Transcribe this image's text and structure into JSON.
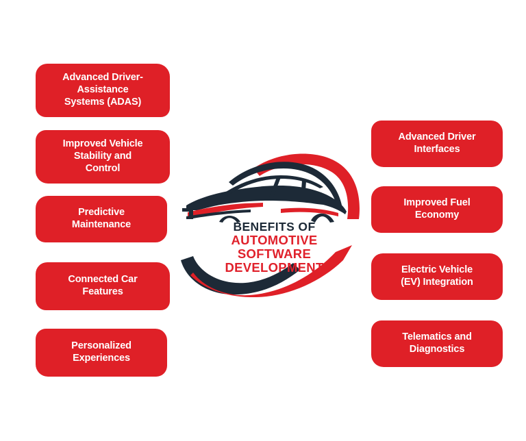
{
  "meta": {
    "colors": {
      "red": "#DF2027",
      "red_title": "#E0212B",
      "dark_navy": "#1D2A37",
      "background": "#FFFFFF",
      "label_text": "#FFFFFF"
    }
  },
  "center": {
    "emblem_icon": "sports-car-silhouette-icon",
    "title_line1": "BENEFITS OF",
    "title_line2": "AUTOMOTIVE",
    "title_line3": "SOFTWARE",
    "title_line4": "DEVELOPMENT"
  },
  "left_column": {
    "items": [
      {
        "id": "adas",
        "label": "Advanced Driver-\nAssistance\nSystems (ADAS)"
      },
      {
        "id": "stability",
        "label": "Improved Vehicle\nStability and\nControl"
      },
      {
        "id": "predictive",
        "label": "Predictive\nMaintenance"
      },
      {
        "id": "connected",
        "label": "Connected Car\nFeatures"
      },
      {
        "id": "personal",
        "label": "Personalized\nExperiences"
      }
    ]
  },
  "right_column": {
    "items": [
      {
        "id": "interfaces",
        "label": "Advanced Driver\nInterfaces"
      },
      {
        "id": "fuel",
        "label": "Improved Fuel\nEconomy"
      },
      {
        "id": "ev",
        "label": "Electric Vehicle\n(EV) Integration"
      },
      {
        "id": "telematics",
        "label": "Telematics and\nDiagnostics"
      }
    ]
  }
}
